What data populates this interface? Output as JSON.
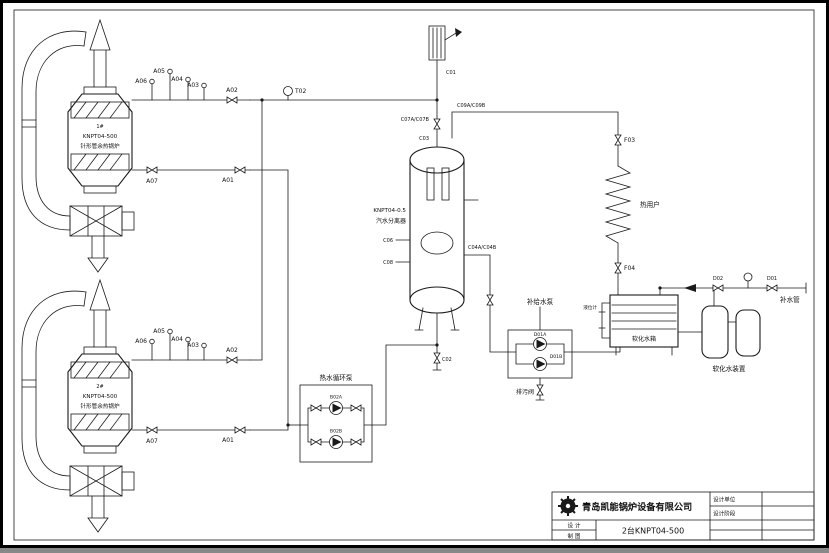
{
  "boiler1": {
    "unit": "1#",
    "model": "KNPT04-500",
    "name": "针形管余热锅炉"
  },
  "boiler2": {
    "unit": "2#",
    "model": "KNPT04-500",
    "name": "针形管余热锅炉"
  },
  "valve_labels": {
    "a01": "A01",
    "a02": "A02",
    "a03": "A03",
    "a04": "A04",
    "a05": "A05",
    "a06": "A06",
    "a07": "A07"
  },
  "instruments": {
    "t02": "T02"
  },
  "separator": {
    "model": "KNPT04-0.5",
    "name": "汽水分离器",
    "c07": "C07A/C07B",
    "c03": "C03",
    "c09": "C09A/C09B",
    "c01": "C01",
    "c06": "C06",
    "c08": "C08",
    "c04": "C04A/C04B",
    "c02": "C02"
  },
  "heat_user": {
    "name": "热用户",
    "f03": "F03",
    "f04": "F04"
  },
  "water_system": {
    "tank": "软化水箱",
    "softener": "软化水装置",
    "makeup_pipe": "补水管",
    "level_gauge": "液位计",
    "d01": "D01",
    "d02": "D02"
  },
  "pumps": {
    "circulation": "热水循环泵",
    "circ_a": "B02A",
    "circ_b": "B02B",
    "feed": "补给水泵",
    "feed_a": "D01A",
    "feed_b": "D01B",
    "blowdown": "排污阀"
  },
  "title_block": {
    "company": "青岛凯能锅炉设备有限公司",
    "drawing": "2台KNPT04-500",
    "design": "设 计",
    "draft": "制 图",
    "unit_cell": "设计单位",
    "stage_cell": "设计阶段"
  },
  "colors": {
    "line": "#1a1a1a",
    "bg": "#ffffff"
  }
}
